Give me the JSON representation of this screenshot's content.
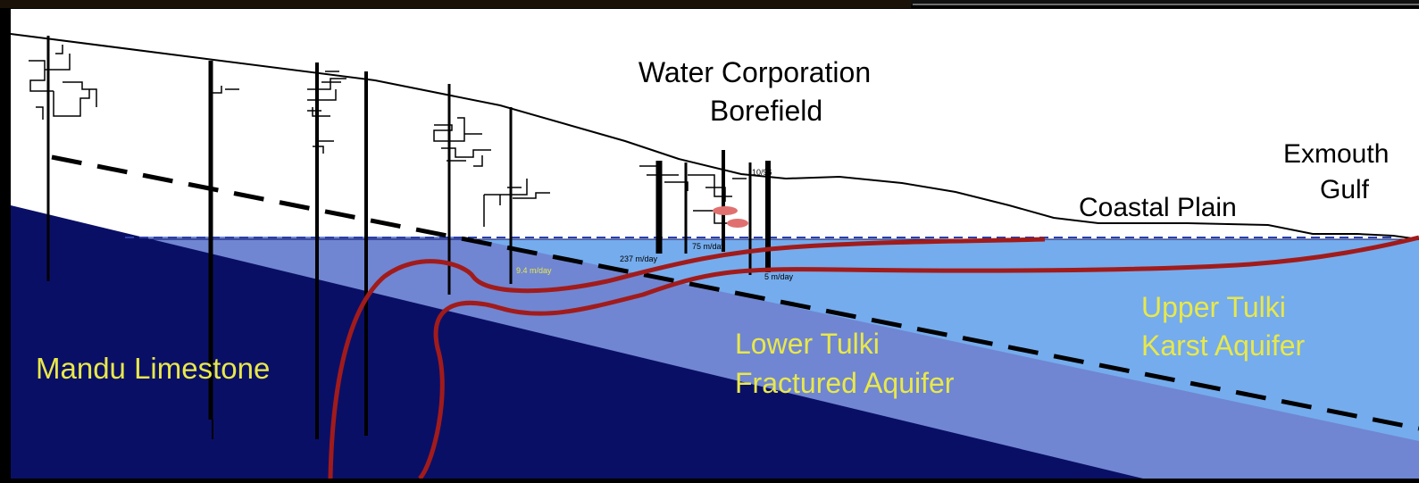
{
  "title": {
    "line1": "Water Corporation",
    "line2": "Borefield"
  },
  "labels": {
    "exmouth_line1": "Exmouth",
    "exmouth_line2": "Gulf",
    "coastal_plain": "Coastal Plain",
    "mandu": "Mandu Limestone",
    "lower_line1": "Lower Tulki",
    "lower_line2": "Fractured Aquifer",
    "upper_line1": "Upper Tulki",
    "upper_line2": "Karst Aquifer"
  },
  "bore_yields": {
    "y1": "9.4 m/day",
    "y2": "237 m/day",
    "y3": "75 m/day",
    "y4": "10/96",
    "y5": "5 m/day"
  },
  "colors": {
    "mandu": "#0a0f66",
    "lower_tulki": "#7086d2",
    "upper_tulki": "#75aced",
    "saline_interface": "#a11b1b",
    "label_yellow": "#e8e84a"
  }
}
